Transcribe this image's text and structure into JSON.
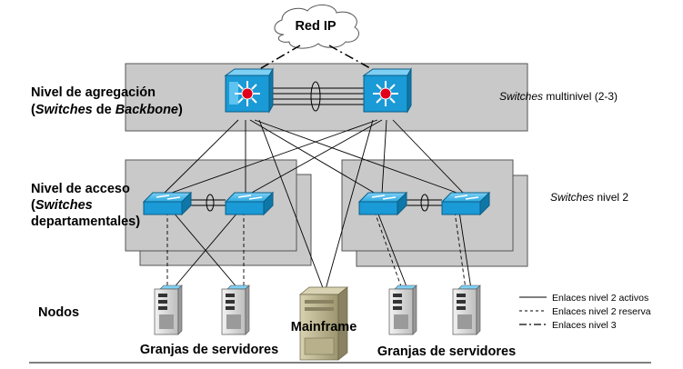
{
  "cloud": {
    "label": "Red IP"
  },
  "levels": {
    "aggregation": {
      "line1": "Nivel de agregación",
      "line2_pre": "(",
      "line2_italic1": "Switches",
      "line2_mid": " de ",
      "line2_italic2": "Backbone",
      "line2_post": ")"
    },
    "access": {
      "line1": "Nivel de acceso",
      "line2_pre": "(",
      "line2_italic": "Switches",
      "line3": "departamentales)"
    },
    "nodes": {
      "label": "Nodos"
    }
  },
  "annotations": {
    "multilevel": {
      "italic": "Switches",
      "rest": " multinivel (2-3)"
    },
    "level2": {
      "italic": "Switches",
      "rest": " nivel 2"
    }
  },
  "mainframe": {
    "label": "Mainframe"
  },
  "server_farms": [
    {
      "label": "Granjas de servidores"
    },
    {
      "label": "Granjas de servidores"
    }
  ],
  "legend": [
    {
      "style": "solid",
      "label": "Enlaces nivel 2 activos"
    },
    {
      "style": "dashed",
      "label": "Enlaces nivel 2 reserva"
    },
    {
      "style": "dashdot",
      "label": "Enlaces nivel 3"
    }
  ],
  "colors": {
    "panel": "#c9c9c9",
    "switch_blue": "#1a9ad6",
    "router_red": "#e0001b",
    "server_gray": "#d8d8d8",
    "mainframe": "#b9b18e"
  }
}
